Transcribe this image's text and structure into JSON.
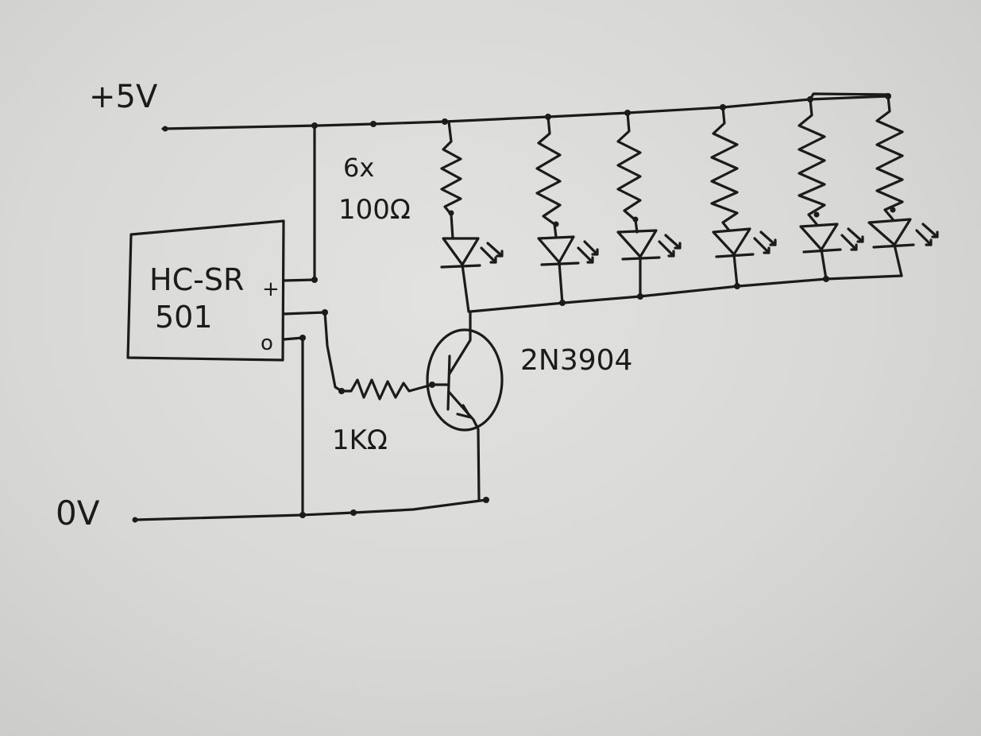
{
  "labels": {
    "supply": "+5V",
    "ground": "0V",
    "module_line1": "HC-SR",
    "module_line2": "501",
    "pin_plus": "+",
    "pin_out": "o",
    "resistor_count": "6x",
    "resistor_value": "100Ω",
    "base_resistor": "1KΩ",
    "transistor": "2N3904"
  },
  "circuit": {
    "led_branch_count": 6
  },
  "colors": {
    "ink": "#1b1b1b",
    "paper": "#dcdcda"
  }
}
